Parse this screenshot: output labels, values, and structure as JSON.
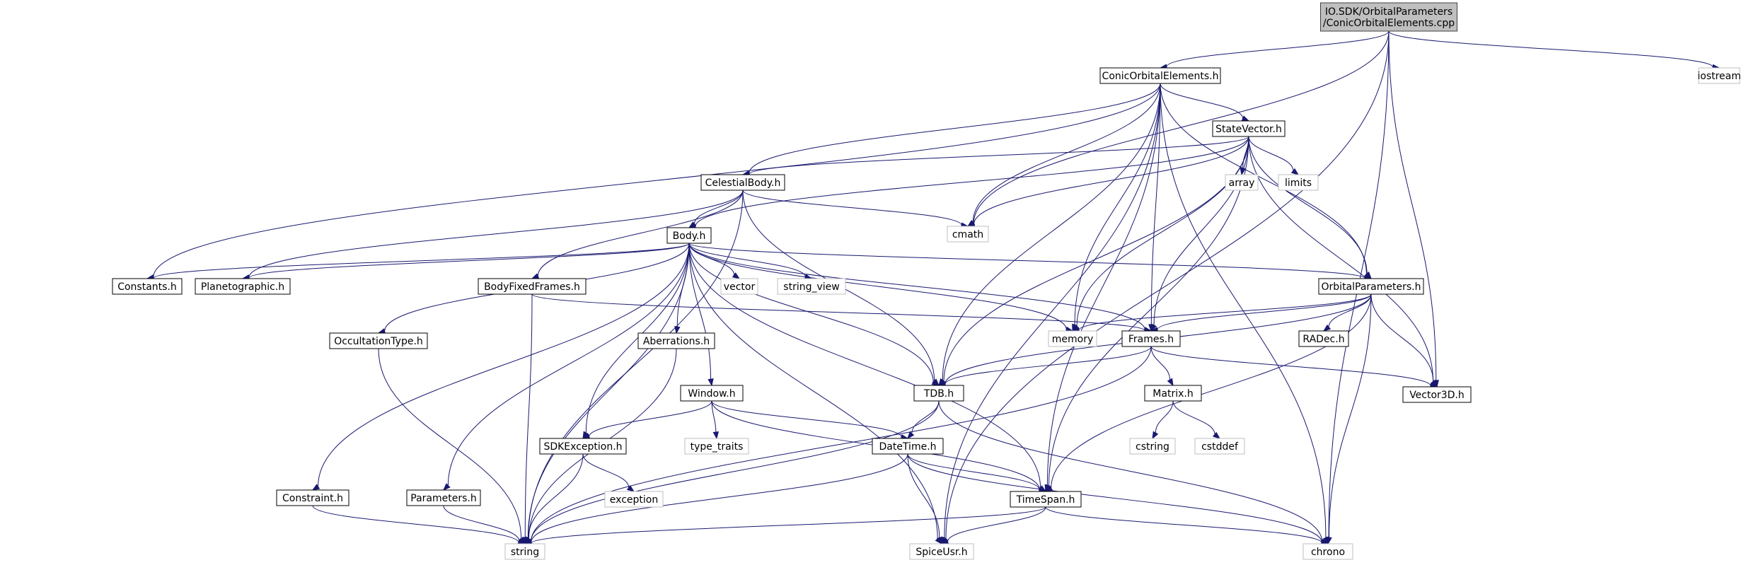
{
  "colors": {
    "edge": "#191970",
    "root_fill": "#bfbfbf",
    "root_stroke": "#404040",
    "header_stroke": "#000000",
    "header_fill": "#ffffff",
    "system_stroke": "#bfbfbf",
    "system_text": "#555555"
  },
  "nodes": [
    {
      "id": "root",
      "lines": [
        "IO.SDK/OrbitalParameters",
        "/ConicOrbitalElements.cpp"
      ],
      "kind": "root"
    },
    {
      "id": "coe",
      "lines": [
        "ConicOrbitalElements.h"
      ],
      "kind": "header"
    },
    {
      "id": "iostream",
      "lines": [
        "iostream"
      ],
      "kind": "system"
    },
    {
      "id": "statevector",
      "lines": [
        "StateVector.h"
      ],
      "kind": "header"
    },
    {
      "id": "celestial",
      "lines": [
        "CelestialBody.h"
      ],
      "kind": "header"
    },
    {
      "id": "array",
      "lines": [
        "array"
      ],
      "kind": "system"
    },
    {
      "id": "limits",
      "lines": [
        "limits"
      ],
      "kind": "system"
    },
    {
      "id": "cmath",
      "lines": [
        "cmath"
      ],
      "kind": "system"
    },
    {
      "id": "body",
      "lines": [
        "Body.h"
      ],
      "kind": "header"
    },
    {
      "id": "constants",
      "lines": [
        "Constants.h"
      ],
      "kind": "header"
    },
    {
      "id": "planeto",
      "lines": [
        "Planetographic.h"
      ],
      "kind": "header"
    },
    {
      "id": "bff",
      "lines": [
        "BodyFixedFrames.h"
      ],
      "kind": "header"
    },
    {
      "id": "vector",
      "lines": [
        "vector"
      ],
      "kind": "system"
    },
    {
      "id": "stringview",
      "lines": [
        "string_view"
      ],
      "kind": "system"
    },
    {
      "id": "orbparams",
      "lines": [
        "OrbitalParameters.h"
      ],
      "kind": "header"
    },
    {
      "id": "memory",
      "lines": [
        "memory"
      ],
      "kind": "system"
    },
    {
      "id": "frames",
      "lines": [
        "Frames.h"
      ],
      "kind": "header"
    },
    {
      "id": "radec",
      "lines": [
        "RADec.h"
      ],
      "kind": "header"
    },
    {
      "id": "occult",
      "lines": [
        "OccultationType.h"
      ],
      "kind": "header"
    },
    {
      "id": "aberr",
      "lines": [
        "Aberrations.h"
      ],
      "kind": "header"
    },
    {
      "id": "tdb",
      "lines": [
        "TDB.h"
      ],
      "kind": "header"
    },
    {
      "id": "vector3d",
      "lines": [
        "Vector3D.h"
      ],
      "kind": "header"
    },
    {
      "id": "matrix",
      "lines": [
        "Matrix.h"
      ],
      "kind": "header"
    },
    {
      "id": "window",
      "lines": [
        "Window.h"
      ],
      "kind": "header"
    },
    {
      "id": "sdkex",
      "lines": [
        "SDKException.h"
      ],
      "kind": "header"
    },
    {
      "id": "typetraits",
      "lines": [
        "type_traits"
      ],
      "kind": "system"
    },
    {
      "id": "datetime",
      "lines": [
        "DateTime.h"
      ],
      "kind": "header"
    },
    {
      "id": "cstring",
      "lines": [
        "cstring"
      ],
      "kind": "system"
    },
    {
      "id": "cstddef",
      "lines": [
        "cstddef"
      ],
      "kind": "system"
    },
    {
      "id": "constraint",
      "lines": [
        "Constraint.h"
      ],
      "kind": "header"
    },
    {
      "id": "parameters",
      "lines": [
        "Parameters.h"
      ],
      "kind": "header"
    },
    {
      "id": "exception",
      "lines": [
        "exception"
      ],
      "kind": "system"
    },
    {
      "id": "timespan",
      "lines": [
        "TimeSpan.h"
      ],
      "kind": "header"
    },
    {
      "id": "string",
      "lines": [
        "string"
      ],
      "kind": "system"
    },
    {
      "id": "spiceusr",
      "lines": [
        "SpiceUsr.h"
      ],
      "kind": "system"
    },
    {
      "id": "chrono",
      "lines": [
        "chrono"
      ],
      "kind": "system"
    }
  ],
  "edges": [
    [
      "root",
      "coe"
    ],
    [
      "root",
      "iostream"
    ],
    [
      "root",
      "cmath"
    ],
    [
      "root",
      "vector3d"
    ],
    [
      "root",
      "spiceusr"
    ],
    [
      "root",
      "chrono"
    ],
    [
      "coe",
      "statevector"
    ],
    [
      "coe",
      "celestial"
    ],
    [
      "coe",
      "cmath"
    ],
    [
      "coe",
      "constants"
    ],
    [
      "coe",
      "memory"
    ],
    [
      "coe",
      "frames"
    ],
    [
      "coe",
      "tdb"
    ],
    [
      "coe",
      "orbparams"
    ],
    [
      "coe",
      "timespan"
    ],
    [
      "coe",
      "spiceusr"
    ],
    [
      "coe",
      "chrono"
    ],
    [
      "statevector",
      "celestial"
    ],
    [
      "statevector",
      "array"
    ],
    [
      "statevector",
      "limits"
    ],
    [
      "statevector",
      "cmath"
    ],
    [
      "statevector",
      "body"
    ],
    [
      "statevector",
      "memory"
    ],
    [
      "statevector",
      "frames"
    ],
    [
      "statevector",
      "orbparams"
    ],
    [
      "statevector",
      "tdb"
    ],
    [
      "statevector",
      "vector3d"
    ],
    [
      "statevector",
      "timespan"
    ],
    [
      "celestial",
      "body"
    ],
    [
      "celestial",
      "cmath"
    ],
    [
      "celestial",
      "planeto"
    ],
    [
      "celestial",
      "bff"
    ],
    [
      "celestial",
      "tdb"
    ],
    [
      "celestial",
      "string"
    ],
    [
      "body",
      "constants"
    ],
    [
      "body",
      "planeto"
    ],
    [
      "body",
      "vector"
    ],
    [
      "body",
      "stringview"
    ],
    [
      "body",
      "orbparams"
    ],
    [
      "body",
      "memory"
    ],
    [
      "body",
      "frames"
    ],
    [
      "body",
      "occult"
    ],
    [
      "body",
      "aberr"
    ],
    [
      "body",
      "tdb"
    ],
    [
      "body",
      "window"
    ],
    [
      "body",
      "sdkex"
    ],
    [
      "body",
      "constraint"
    ],
    [
      "body",
      "parameters"
    ],
    [
      "body",
      "string"
    ],
    [
      "body",
      "timespan"
    ],
    [
      "body",
      "spiceusr"
    ],
    [
      "bff",
      "frames"
    ],
    [
      "bff",
      "string"
    ],
    [
      "orbparams",
      "memory"
    ],
    [
      "orbparams",
      "frames"
    ],
    [
      "orbparams",
      "radec"
    ],
    [
      "orbparams",
      "vector3d"
    ],
    [
      "orbparams",
      "tdb"
    ],
    [
      "orbparams",
      "timespan"
    ],
    [
      "orbparams",
      "chrono"
    ],
    [
      "frames",
      "tdb"
    ],
    [
      "frames",
      "matrix"
    ],
    [
      "frames",
      "vector3d"
    ],
    [
      "frames",
      "string"
    ],
    [
      "tdb",
      "datetime"
    ],
    [
      "tdb",
      "string"
    ],
    [
      "tdb",
      "chrono"
    ],
    [
      "matrix",
      "cstring"
    ],
    [
      "matrix",
      "cstddef"
    ],
    [
      "window",
      "sdkex"
    ],
    [
      "window",
      "typetraits"
    ],
    [
      "window",
      "datetime"
    ],
    [
      "window",
      "timespan"
    ],
    [
      "sdkex",
      "exception"
    ],
    [
      "sdkex",
      "string"
    ],
    [
      "datetime",
      "timespan"
    ],
    [
      "datetime",
      "spiceusr"
    ],
    [
      "datetime",
      "string"
    ],
    [
      "datetime",
      "chrono"
    ],
    [
      "occult",
      "string"
    ],
    [
      "aberr",
      "string"
    ],
    [
      "constraint",
      "string"
    ],
    [
      "parameters",
      "string"
    ],
    [
      "timespan",
      "string"
    ],
    [
      "timespan",
      "chrono"
    ],
    [
      "timespan",
      "spiceusr"
    ]
  ]
}
